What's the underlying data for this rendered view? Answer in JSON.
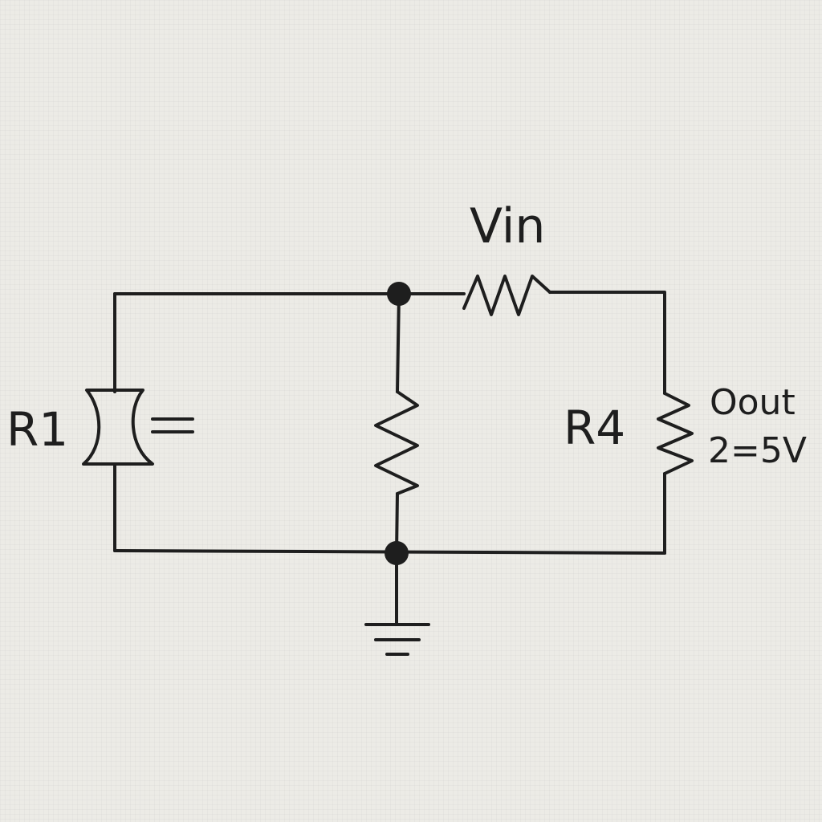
{
  "diagram": {
    "labels": {
      "vin": "Vin",
      "r1": "R1",
      "r4": "R4",
      "out_line1": "Oout",
      "out_line2": "2=5V"
    },
    "colors": {
      "background": "#ecebe6",
      "ink": "#1e1e1e"
    }
  }
}
